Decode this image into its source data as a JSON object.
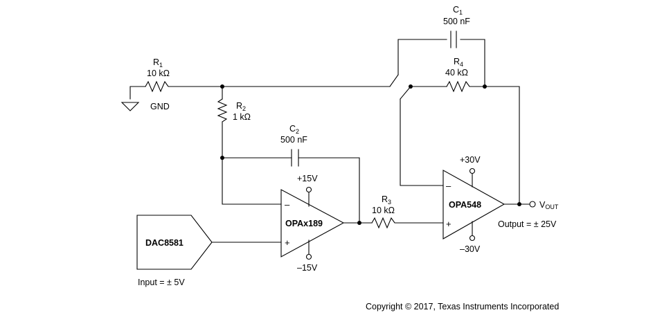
{
  "components": {
    "r1": {
      "designator": "R",
      "sub": "1",
      "value": "10 kΩ"
    },
    "r2": {
      "designator": "R",
      "sub": "2",
      "value": "1 kΩ"
    },
    "r3": {
      "designator": "R",
      "sub": "3",
      "value": "10 kΩ"
    },
    "r4": {
      "designator": "R",
      "sub": "4",
      "value": "40 kΩ"
    },
    "c1": {
      "designator": "C",
      "sub": "1",
      "value": "500 nF"
    },
    "c2": {
      "designator": "C",
      "sub": "2",
      "value": "500 nF"
    }
  },
  "ground_label": "GND",
  "dac": {
    "name": "DAC8581"
  },
  "opamp1": {
    "name": "OPAx189",
    "supply_pos": "+15V",
    "supply_neg": "–15V",
    "in_minus": "–",
    "in_plus": "+"
  },
  "opamp2": {
    "name": "OPA548",
    "supply_pos": "+30V",
    "supply_neg": "–30V",
    "in_minus": "–",
    "in_plus": "+"
  },
  "output": {
    "node": "V",
    "node_sub": "OUT",
    "range": "Output = ± 25V"
  },
  "input_range": "Input = ± 5V",
  "copyright": "Copyright © 2017, Texas Instruments Incorporated"
}
